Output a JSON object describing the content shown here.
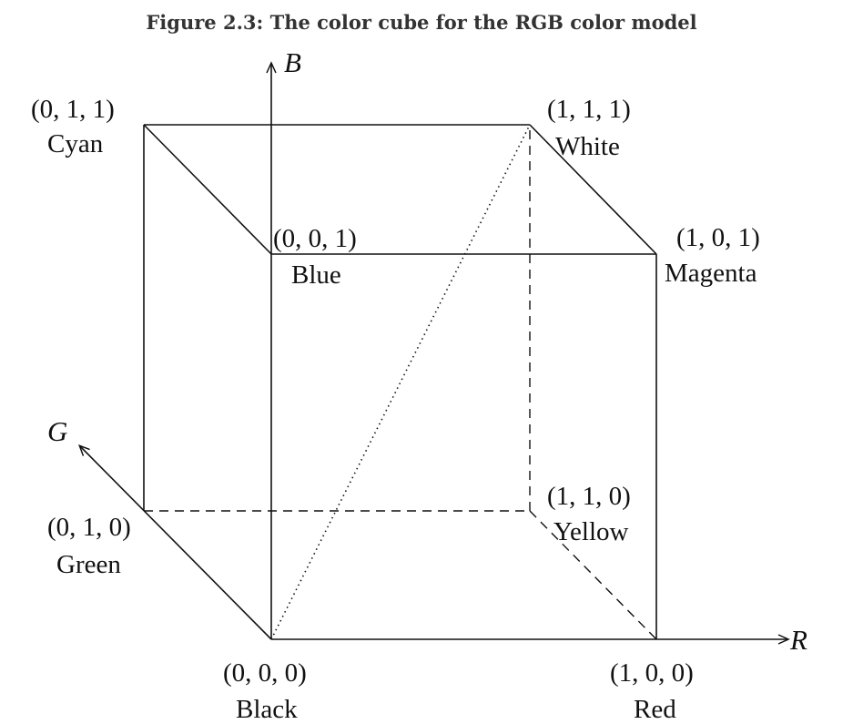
{
  "caption": "Figure 2.3: The color cube for the RGB color model",
  "axes": {
    "r": "R",
    "g": "G",
    "b": "B"
  },
  "vertices": {
    "black": {
      "coord": "(0, 0, 0)",
      "name": "Black"
    },
    "red": {
      "coord": "(1, 0, 0)",
      "name": "Red"
    },
    "green": {
      "coord": "(0, 1, 0)",
      "name": "Green"
    },
    "blue": {
      "coord": "(0, 0, 1)",
      "name": "Blue"
    },
    "yellow": {
      "coord": "(1, 1, 0)",
      "name": "Yellow"
    },
    "magenta": {
      "coord": "(1, 0, 1)",
      "name": "Magenta"
    },
    "cyan": {
      "coord": "(0, 1, 1)",
      "name": "Cyan"
    },
    "white": {
      "coord": "(1, 1, 1)",
      "name": "White"
    }
  },
  "colors": {
    "stroke": "#111111",
    "caption": "#333333",
    "background": "#ffffff"
  }
}
